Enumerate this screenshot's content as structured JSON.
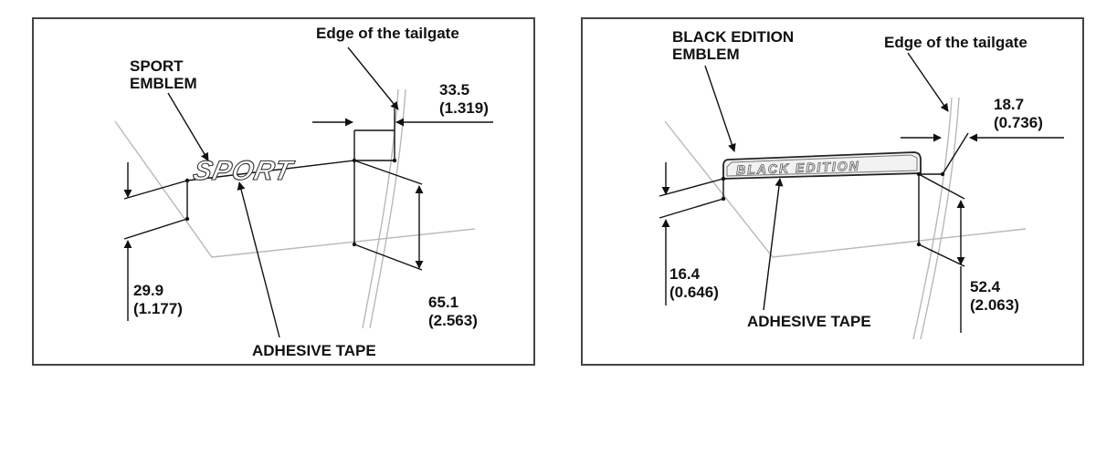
{
  "left_panel": {
    "tailgate_label": "Edge of the tailgate",
    "emblem_label": [
      "SPORT",
      "EMBLEM"
    ],
    "emblem_text": "SPORT",
    "horizontal_dimension": [
      "33.5",
      "(1.319)"
    ],
    "left_vertical_dimension": [
      "29.9",
      "(1.177)"
    ],
    "right_vertical_dimension": [
      "65.1",
      "(2.563)"
    ],
    "tape_label": "ADHESIVE TAPE"
  },
  "right_panel": {
    "tailgate_label": "Edge of the tailgate",
    "emblem_label": [
      "BLACK EDITION",
      "EMBLEM"
    ],
    "emblem_text": "BLACK EDITION",
    "horizontal_dimension": [
      "18.7",
      "(0.736)"
    ],
    "left_vertical_dimension": [
      "16.4",
      "(0.646)"
    ],
    "right_vertical_dimension": [
      "52.4",
      "(2.063)"
    ],
    "tape_label": "ADHESIVE TAPE"
  }
}
